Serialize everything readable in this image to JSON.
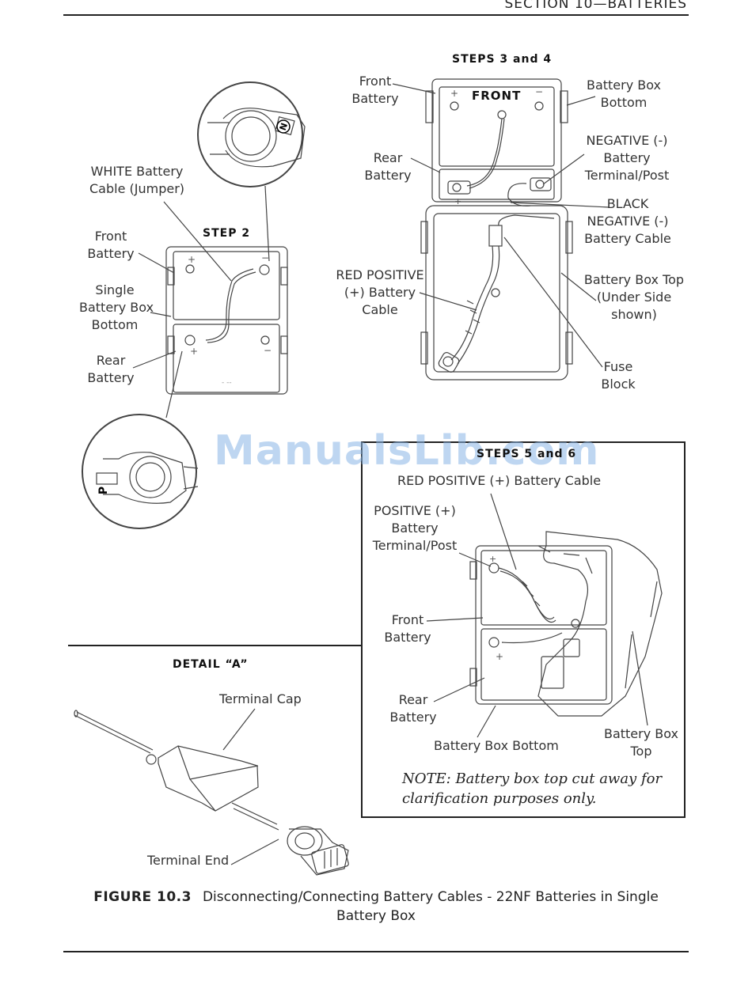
{
  "header": {
    "section_title": "SECTION 10—BATTERIES"
  },
  "step2": {
    "title": "STEP 2",
    "labels": {
      "white_cable": [
        "WHITE Battery",
        "Cable (Jumper)"
      ],
      "front_battery": [
        "Front",
        "Battery"
      ],
      "single_box_bottom": [
        "Single",
        "Battery Box",
        "Bottom"
      ],
      "rear_battery": [
        "Rear",
        "Battery"
      ]
    },
    "detail_n_letter": "N",
    "detail_p_letter": "P"
  },
  "steps34": {
    "title": "STEPS 3 and 4",
    "front_text": "FRONT",
    "labels": {
      "front_battery": [
        "Front",
        "Battery"
      ],
      "box_bottom": [
        "Battery Box",
        "Bottom"
      ],
      "rear_battery": [
        "Rear",
        "Battery"
      ],
      "negative_terminal": [
        "NEGATIVE (-)",
        "Battery",
        "Terminal/Post"
      ],
      "black_negative_cable": [
        "BLACK",
        "NEGATIVE (-)",
        "Battery Cable"
      ],
      "red_positive_cable": [
        "RED POSITIVE",
        "(+) Battery",
        "Cable"
      ],
      "box_top": [
        "Battery Box Top",
        "(Under Side",
        "shown)"
      ],
      "fuse_block": [
        "Fuse",
        "Block"
      ]
    }
  },
  "steps56": {
    "title": "STEPS 5 and 6",
    "labels": {
      "red_positive_cable": "RED POSITIVE (+) Battery Cable",
      "positive_terminal": [
        "POSITIVE (+)",
        "Battery",
        "Terminal/Post"
      ],
      "front_battery": [
        "Front",
        "Battery"
      ],
      "rear_battery": [
        "Rear",
        "Battery"
      ],
      "box_bottom": "Battery Box Bottom",
      "box_top": [
        "Battery Box",
        "Top"
      ]
    },
    "note": [
      "NOTE: Battery box top cut away for",
      "clarification purposes only."
    ]
  },
  "detail_a": {
    "title": "DETAIL “A”",
    "terminal_cap": "Terminal Cap",
    "terminal_end": "Terminal End"
  },
  "caption": {
    "figure": "FIGURE 10.3",
    "text": "Disconnecting/Connecting Battery Cables - 22NF Batteries in Single Battery Box"
  },
  "watermark": "ManualsLib.com"
}
